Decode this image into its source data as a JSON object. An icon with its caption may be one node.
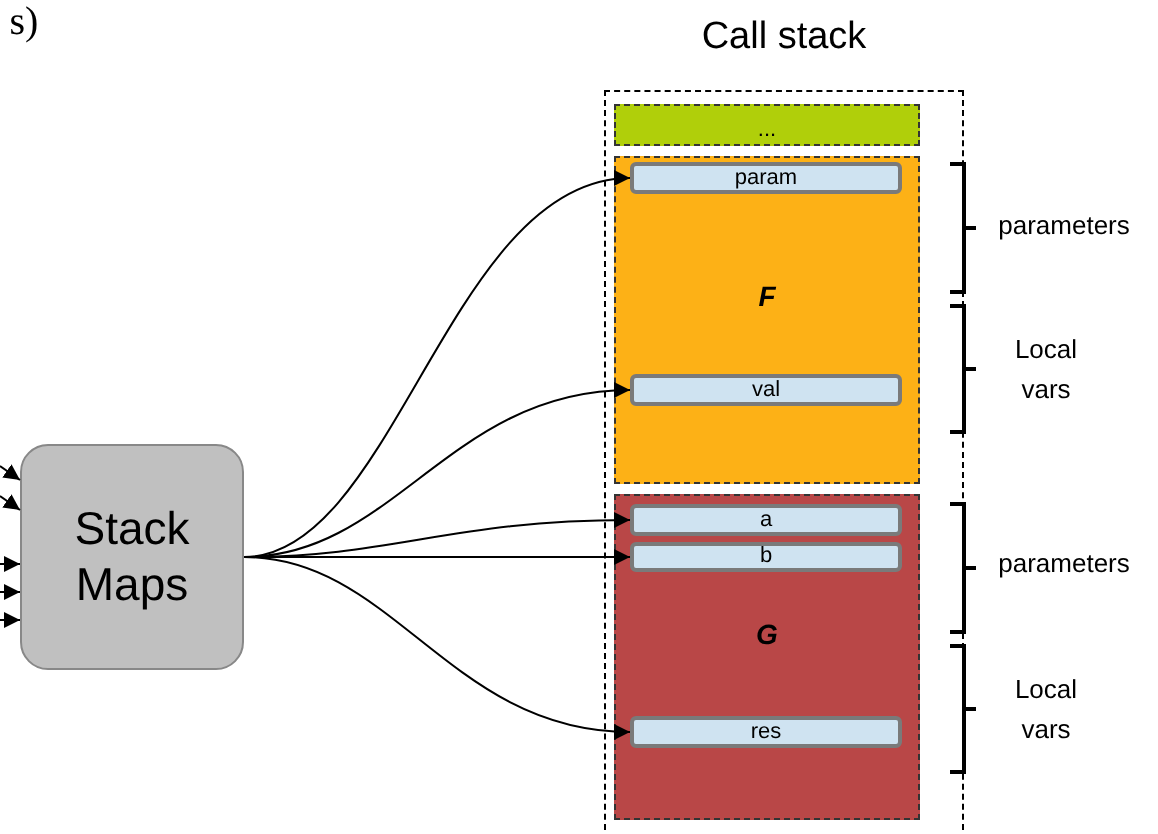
{
  "diagram": {
    "nodes": [
      {
        "text": [
          "Stack Maps"
        ]
      },
      {
        "text": [
          "Call stack"
        ]
      },
      {
        "text": [
          "..."
        ],
        "in": 1
      },
      {
        "text": [
          "F"
        ],
        "in": 1
      },
      {
        "text": [
          "param"
        ],
        "in": 3
      },
      {
        "text": [
          "val"
        ],
        "in": 3
      },
      {
        "text": [
          "G"
        ],
        "in": 1
      },
      {
        "text": [
          "a"
        ],
        "in": 6
      },
      {
        "text": [
          "b"
        ],
        "in": 6
      },
      {
        "text": [
          "res"
        ],
        "in": 6
      }
    ],
    "edges": [
      {
        "from": null,
        "to": 0,
        "arrow": "to"
      },
      {
        "from": null,
        "to": 0,
        "arrow": "to"
      },
      {
        "from": null,
        "to": 0,
        "arrow": "to"
      },
      {
        "from": null,
        "to": 0,
        "arrow": "to"
      },
      {
        "from": null,
        "to": 0,
        "arrow": "to"
      },
      {
        "from": 0,
        "to": 4,
        "arrow": "to"
      },
      {
        "from": 0,
        "to": 5,
        "arrow": "to"
      },
      {
        "from": 0,
        "to": 7,
        "arrow": "to"
      },
      {
        "from": 0,
        "to": 8,
        "arrow": "to"
      },
      {
        "from": 0,
        "to": 9,
        "arrow": "to"
      }
    ],
    "labels": [
      "s)",
      "parameters",
      "Local vars",
      "parameters",
      "Local vars"
    ]
  }
}
